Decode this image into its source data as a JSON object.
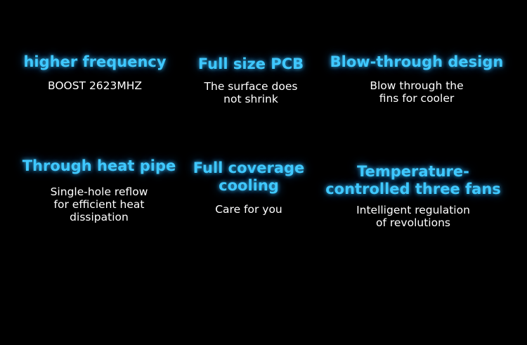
{
  "features": [
    {
      "title": "higher frequency",
      "description": "BOOST 2623MHZ"
    },
    {
      "title": "Full size PCB",
      "description": "The surface does\nnot shrink"
    },
    {
      "title": "Blow-through design",
      "description": "Blow through the\nfins for cooler"
    },
    {
      "title": "Through heat pipe",
      "description": "Single-hole reflow\nfor efficient heat\ndissipation"
    },
    {
      "title": "Full coverage\ncooling",
      "description": "Care for you"
    },
    {
      "title": "Temperature-\ncontrolled three fans",
      "description": "Intelligent regulation\nof revolutions"
    }
  ],
  "colors": {
    "background": "#000000",
    "title": "#3fc8ff",
    "description": "#ffffff"
  }
}
